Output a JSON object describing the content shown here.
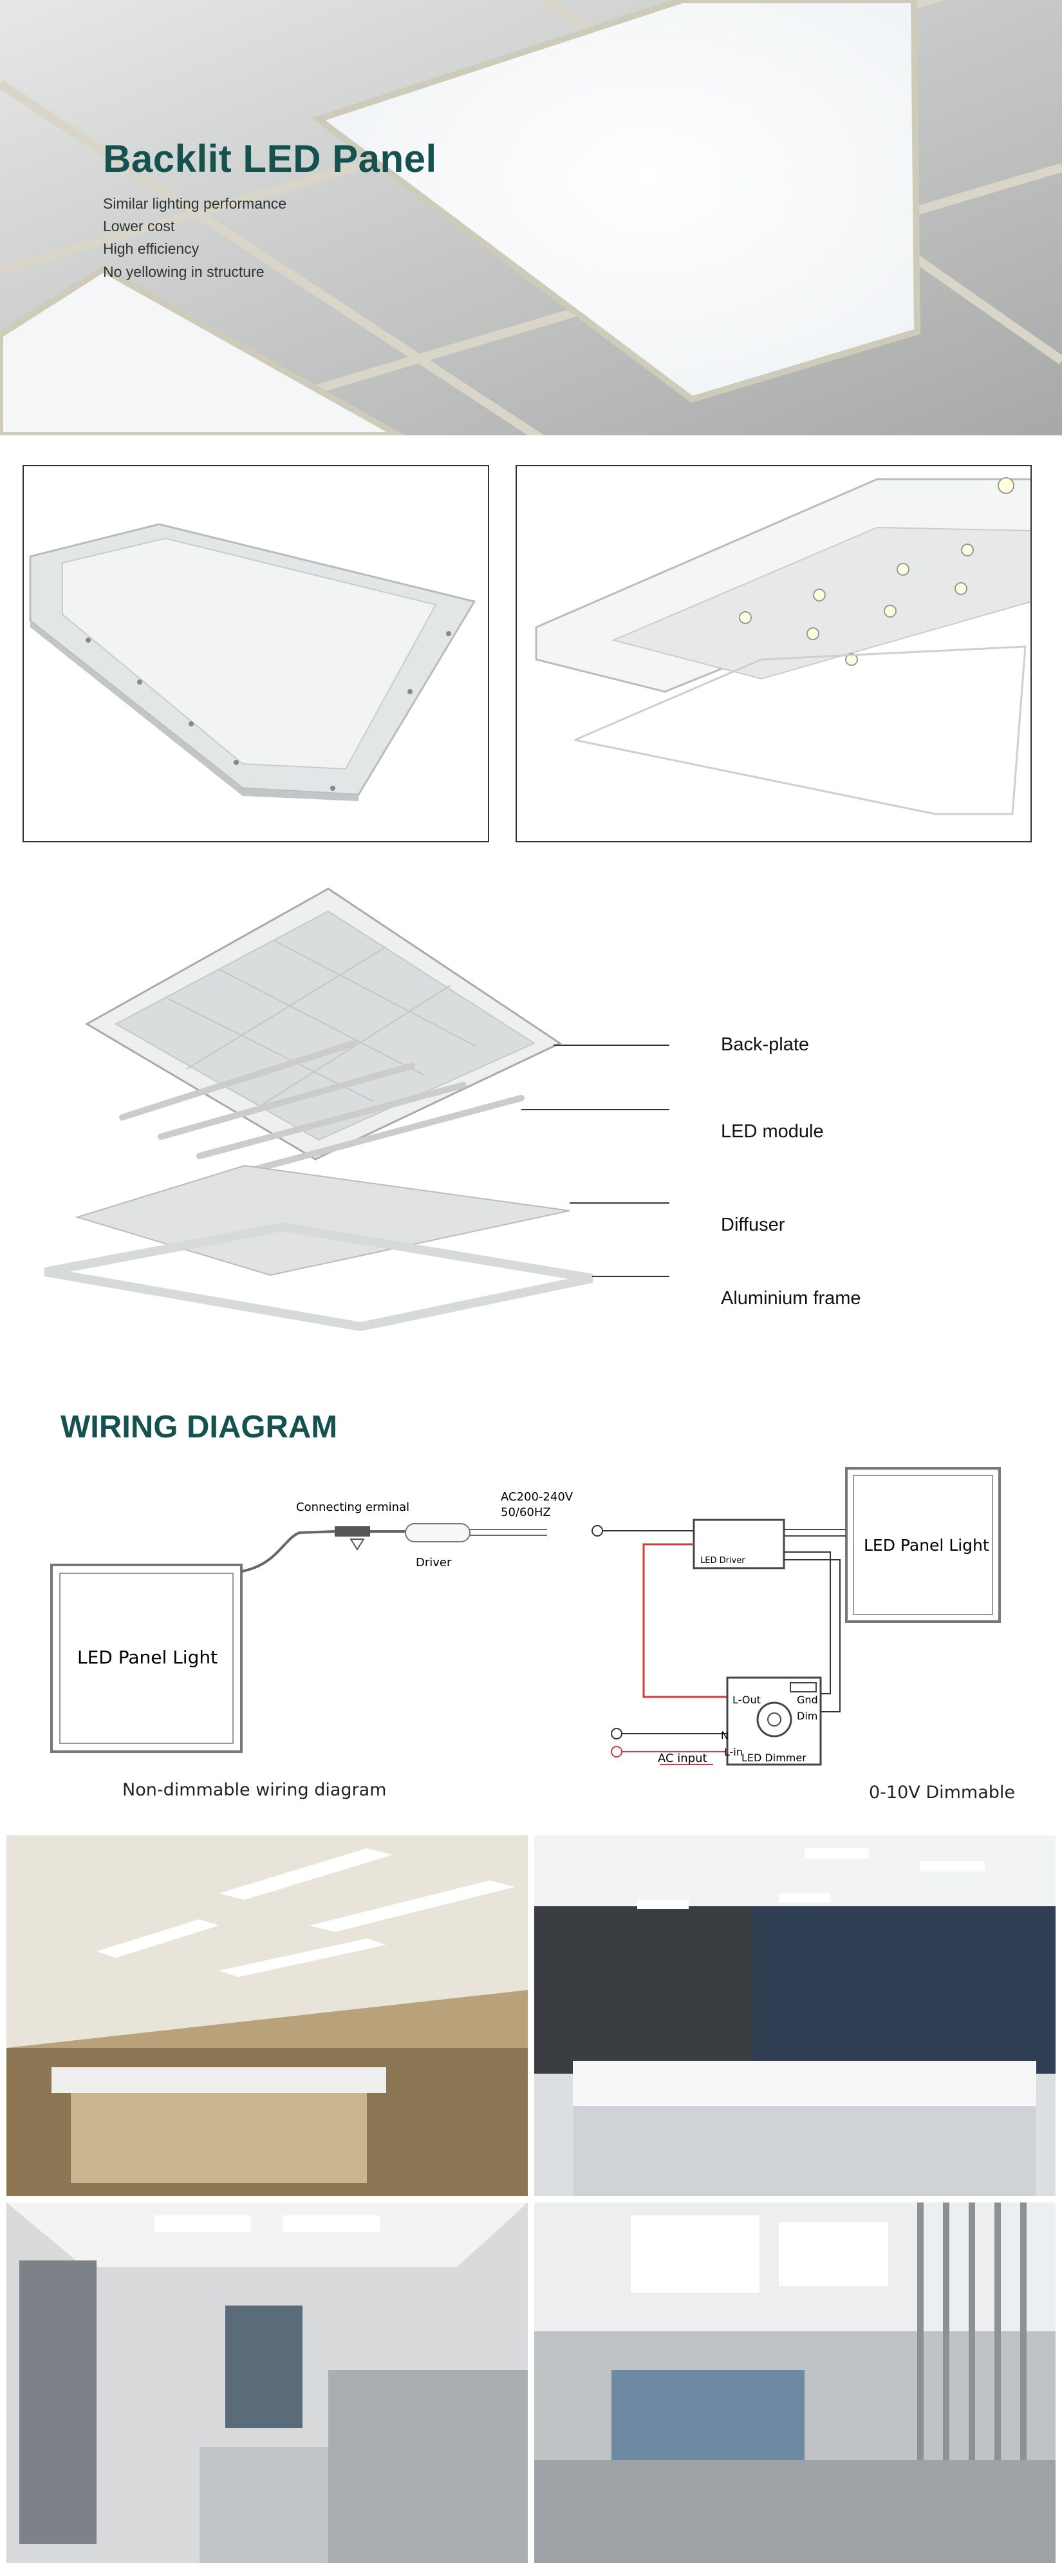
{
  "hero": {
    "title": "Backlit LED Panel",
    "features": [
      "Similar lighting performance",
      "Lower cost",
      "High efficiency",
      "No yellowing in structure"
    ]
  },
  "exploded_view": {
    "parts": [
      "Back-plate",
      "LED module",
      "Diffuser",
      "Aluminium frame"
    ]
  },
  "wiring": {
    "title": "WIRING DIAGRAM",
    "connecting_terminal": "Connecting erminal",
    "ac_spec_line1": "AC200-240V",
    "ac_spec_line2": "50/60HZ",
    "driver": "Driver",
    "panel_left": "LED Panel Light",
    "panel_right": "LED Panel Light",
    "led_driver_label": "LED Driver",
    "l_out": "L-Out",
    "gnd": "Gnd",
    "dim": "Dim",
    "n": "N",
    "l_in": "L-in",
    "ac_input": "AC input",
    "led_dimmer": "LED Dimmer",
    "caption_left": "Non-dimmable wiring diagram",
    "caption_right": "0-10V Dimmable"
  },
  "colors": {
    "heading": "#15524f",
    "wire_red": "#d43a3a"
  }
}
